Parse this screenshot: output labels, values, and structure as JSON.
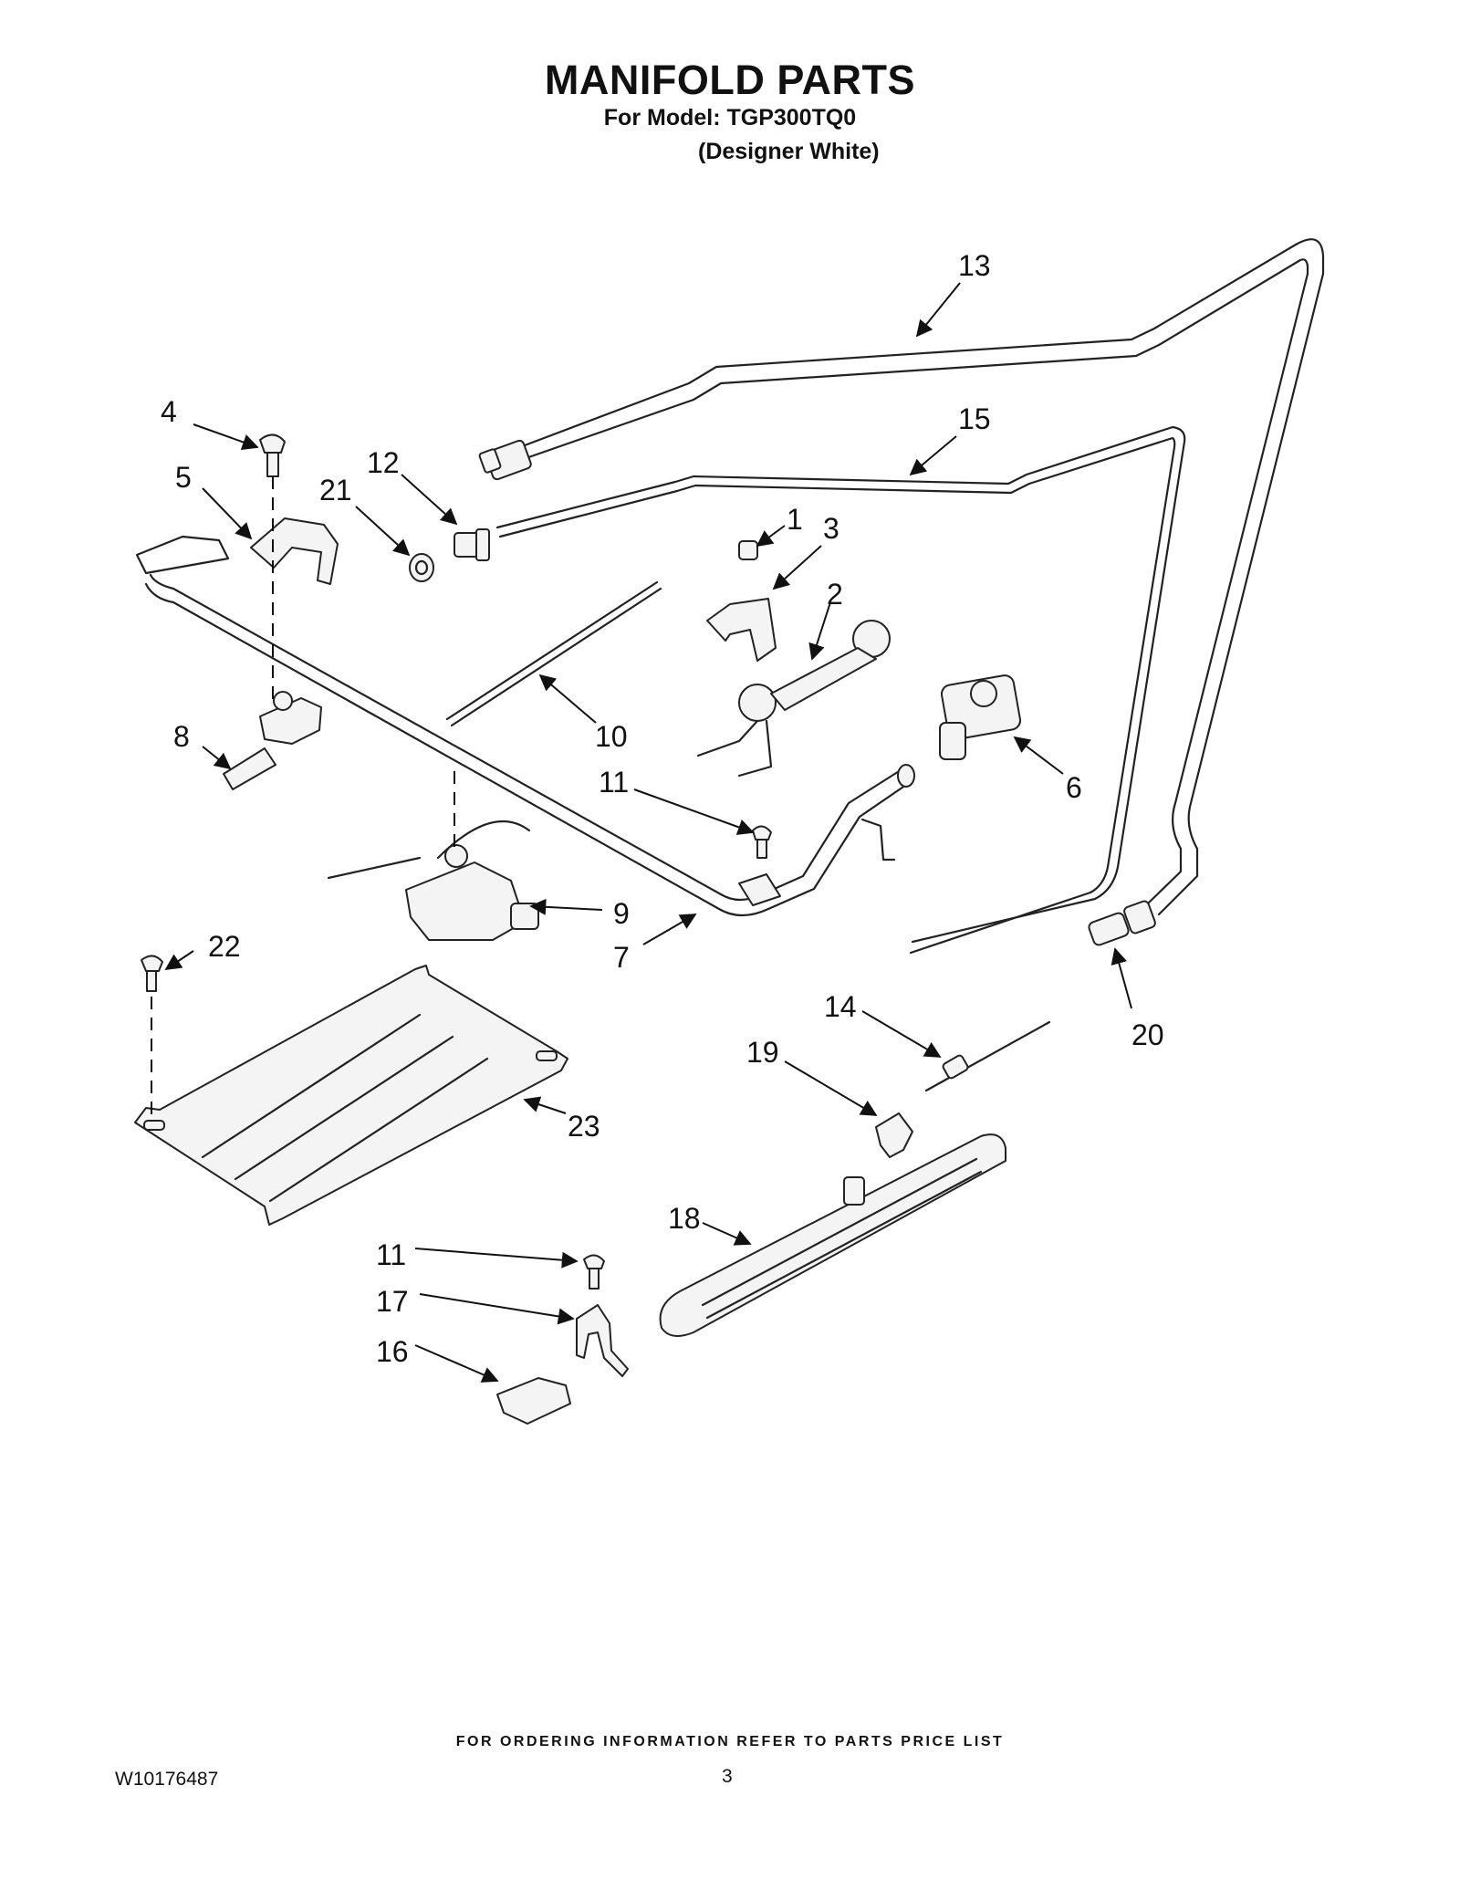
{
  "header": {
    "title": "MANIFOLD PARTS",
    "model_line": "For Model: TGP300TQ0",
    "variant": "(Designer White)"
  },
  "callouts": [
    "1",
    "2",
    "3",
    "4",
    "5",
    "6",
    "7",
    "8",
    "9",
    "10",
    "11",
    "11",
    "12",
    "13",
    "14",
    "15",
    "16",
    "17",
    "18",
    "19",
    "20",
    "21",
    "22",
    "23"
  ],
  "footer": {
    "ordering_note": "FOR ORDERING INFORMATION REFER TO PARTS PRICE LIST",
    "document_number": "W10176487",
    "page_number": "3"
  }
}
